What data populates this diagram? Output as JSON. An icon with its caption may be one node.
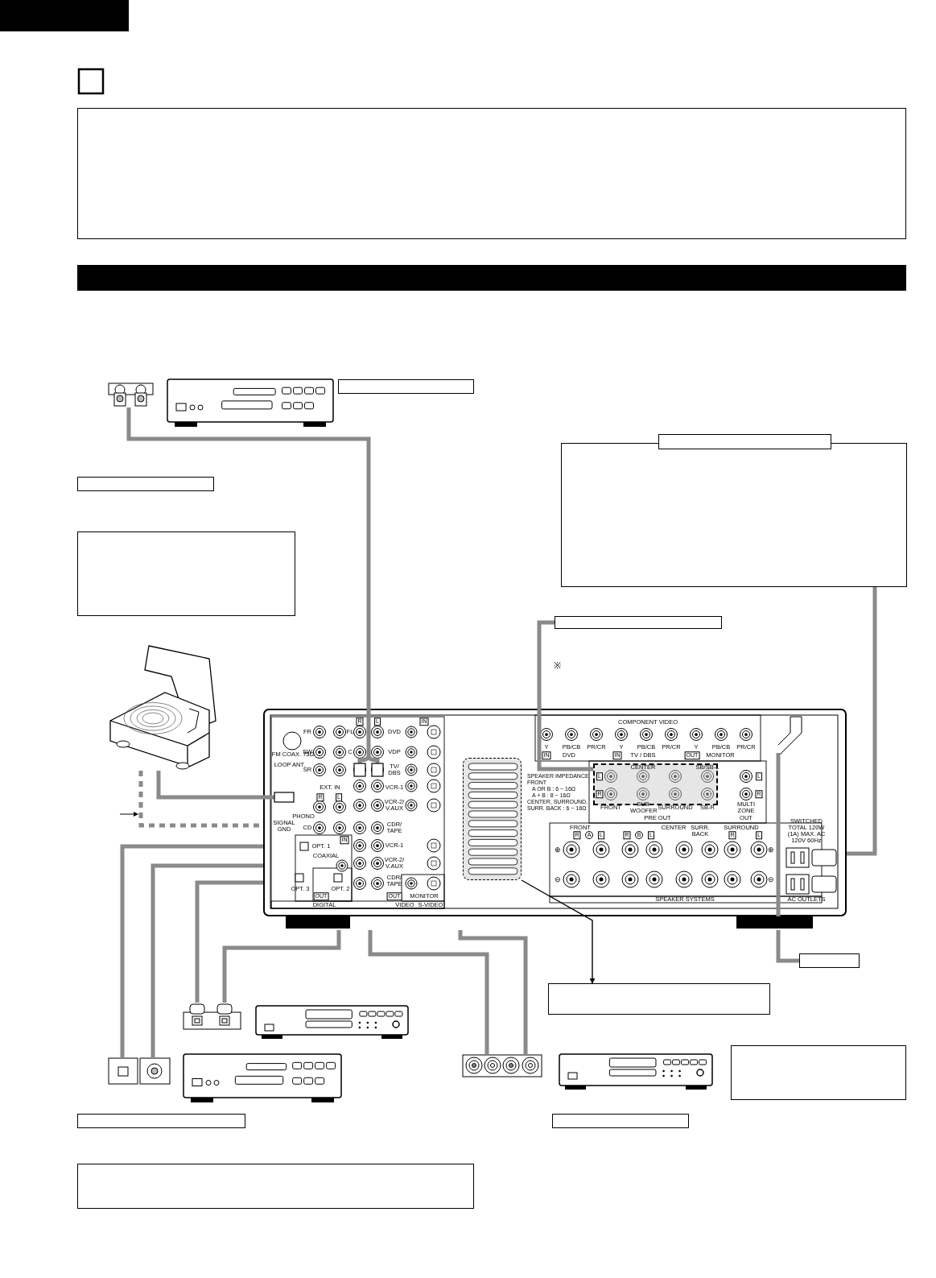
{
  "diagram": {
    "nodes": [
      {
        "text": [],
        "shape": "box"
      },
      {
        "text": [],
        "shape": "bar"
      },
      {
        "text": [],
        "shape": "picture"
      },
      {
        "text": [],
        "shape": "picture"
      },
      {
        "text": [],
        "shape": "box"
      },
      {
        "text": [],
        "shape": "box"
      },
      {
        "text": [],
        "shape": "box"
      },
      {
        "text": [],
        "shape": "picture"
      },
      {
        "text": [],
        "shape": "box"
      },
      {
        "text": [],
        "shape": "box"
      },
      {
        "text": [],
        "shape": "box"
      },
      {
        "text": [],
        "shape": "picture"
      },
      {
        "text": [],
        "shape": "box",
        "in": 11
      },
      {
        "text": [],
        "shape": "box",
        "in": 11
      },
      {
        "text": [],
        "shape": "box"
      },
      {
        "text": [],
        "shape": "box"
      },
      {
        "text": [],
        "shape": "picture"
      },
      {
        "text": [],
        "shape": "picture"
      },
      {
        "text": [],
        "shape": "picture"
      },
      {
        "text": [],
        "shape": "picture"
      },
      {
        "text": [],
        "shape": "picture"
      },
      {
        "text": [],
        "shape": "picture"
      },
      {
        "text": [],
        "shape": "box"
      },
      {
        "text": [],
        "shape": "box"
      },
      {
        "text": [],
        "shape": "box"
      },
      {
        "text": [],
        "shape": "box"
      }
    ],
    "edges": [
      {
        "from": 2,
        "to": 11,
        "arrow": "none"
      },
      {
        "from": 7,
        "to": 11,
        "arrow": "none"
      },
      {
        "from": 7,
        "to": 11,
        "arrow": "none",
        "style": "dashed"
      },
      {
        "from": 10,
        "to": 13,
        "arrow": "none"
      },
      {
        "from": 8,
        "to": 11,
        "arrow": "none"
      },
      {
        "from": 11,
        "to": 14,
        "arrow": "none"
      },
      {
        "from": 12,
        "to": 15,
        "arrow": "to",
        "color": "#000000"
      },
      {
        "from": 11,
        "to": 16,
        "arrow": "none"
      },
      {
        "from": 11,
        "to": 16,
        "arrow": "none"
      },
      {
        "from": 11,
        "to": 18,
        "arrow": "none"
      },
      {
        "from": 11,
        "to": 18,
        "arrow": "none"
      },
      {
        "from": 11,
        "to": 20,
        "arrow": "none"
      },
      {
        "from": 11,
        "to": 20,
        "arrow": "none"
      }
    ],
    "labels": [
      "※",
      "FM COAX. 75Ω",
      "LOOP ANT.",
      "FR",
      "FL",
      "SW",
      "C",
      "SR",
      "EXT. IN",
      "R",
      "L",
      "PHONO",
      "CD",
      "SIGNAL GND",
      "R",
      "L",
      "IN",
      "DVD",
      "VDP",
      "TV/ DBS",
      "VCR-1",
      "VCR-2/ V.AUX",
      "CDR/ TAPE",
      "IN",
      "OPT. 1",
      "COAXIAL",
      "VCR-1",
      "VCR-2/ V.AUX",
      "OPT. 3",
      "OPT. 2",
      "OUT",
      "CDR/ TAPE",
      "OUT",
      "MONITOR",
      "DIGITAL",
      "VIDEO",
      "S-VIDEO",
      "COMPONENT VIDEO",
      "Y",
      "PB/CB",
      "PR/CR",
      "Y",
      "PB/CB",
      "PR/CR",
      "Y",
      "PB/CB",
      "PR/CR",
      "IN",
      "DVD",
      "IN",
      "TV / DBS",
      "OUT",
      "MONITOR",
      "CENTER",
      "SB/SB-L",
      "L",
      "R",
      "L",
      "R",
      "SPEAKER IMPEDANCE",
      "FRONT",
      "A OR B : 6 ~ 16Ω",
      "A + B : 8 ~ 16Ω",
      "CENTER, SURROUND,",
      "SURR. BACK : 6 ~ 16Ω",
      "FRONT",
      "SUB WOOFER",
      "SURROUND",
      "SB-R",
      "MULTI ZONE",
      "PRE OUT",
      "OUT",
      "FRONT",
      "R",
      "A",
      "L",
      "R",
      "B",
      "L",
      "CENTER",
      "SURR. BACK",
      "SURROUND",
      "R",
      "L",
      "SWITCHED TOTAL 120W (1A) MAX. AC 120V 60Hz",
      "SPEAKER SYSTEMS",
      "AC OUTLETS",
      "⊕",
      "⊖",
      "⊕",
      "⊖"
    ]
  }
}
